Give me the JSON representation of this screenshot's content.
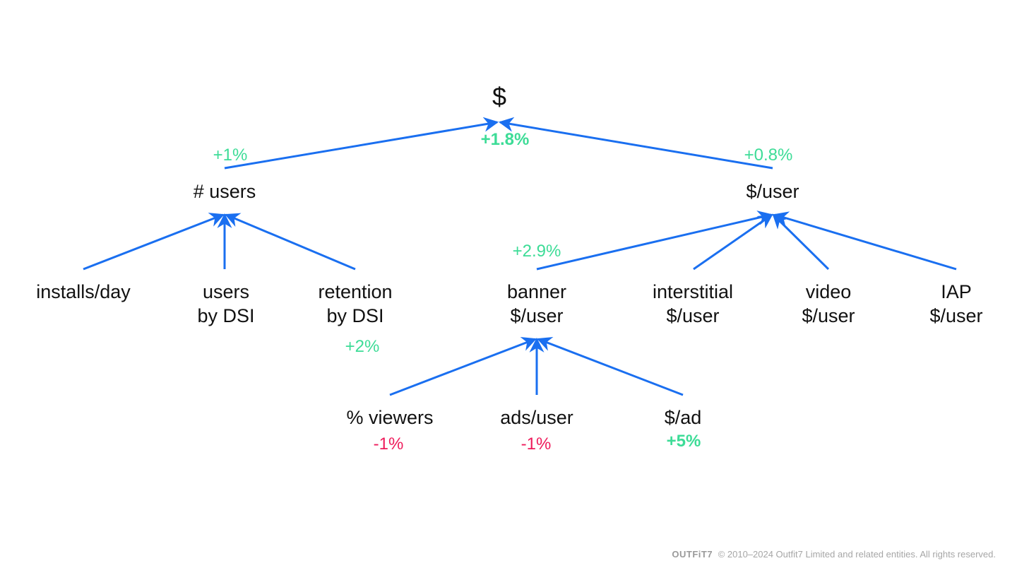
{
  "colors": {
    "arrow": "#1a6ff0",
    "positive": "#3ddc97",
    "negative": "#ee1b5b",
    "text": "#111111",
    "footer": "#a6a6a6"
  },
  "nodes": {
    "root": {
      "label": "$",
      "change": "+1.8%"
    },
    "users": {
      "label": "# users",
      "change": "+1%"
    },
    "dollar_per_user": {
      "label": "$/user",
      "change": "+0.8%"
    },
    "installs": {
      "label": "installs/day"
    },
    "users_by_dsi": {
      "line1": "users",
      "line2": "by DSI"
    },
    "retention_by_dsi": {
      "line1": "retention",
      "line2": "by DSI",
      "change": "+2%"
    },
    "banner": {
      "line1": "banner",
      "line2": "$/user",
      "change": "+2.9%"
    },
    "interstitial": {
      "line1": "interstitial",
      "line2": "$/user"
    },
    "video": {
      "line1": "video",
      "line2": "$/user"
    },
    "iap": {
      "line1": "IAP",
      "line2": "$/user"
    },
    "viewers": {
      "label": "% viewers",
      "change": "-1%"
    },
    "ads_per_user": {
      "label": "ads/user",
      "change": "-1%"
    },
    "dollar_per_ad": {
      "label": "$/ad",
      "change": "+5%"
    }
  },
  "footer": {
    "brand": "OUTFiT7",
    "text": "© 2010–2024 Outfit7 Limited and related entities. All rights reserved."
  }
}
